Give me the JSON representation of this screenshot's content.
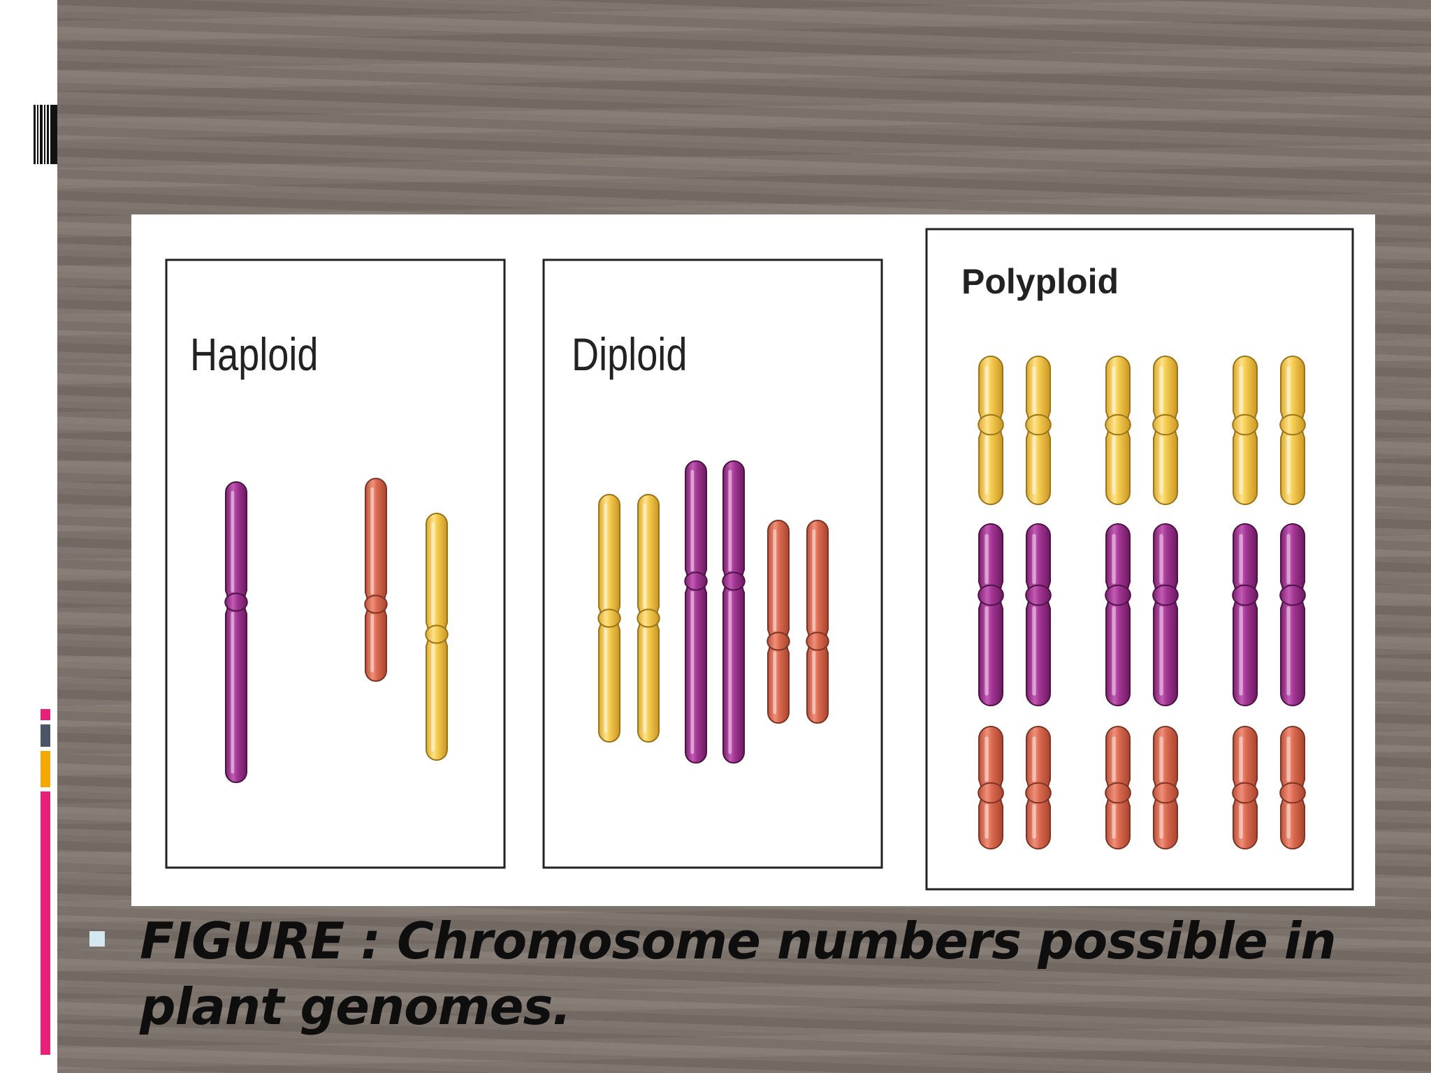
{
  "slide": {
    "caption": "FIGURE : Chromosome numbers possible in plant genomes.",
    "colors": {
      "background_wood": "#7d736b",
      "caption_bullet": "#d4e8f2",
      "accent_pink": "#e8207a",
      "accent_gray": "#4a5568",
      "accent_orange": "#f5a800"
    }
  },
  "figure": {
    "panels": [
      {
        "label": "Haploid"
      },
      {
        "label": "Diploid"
      },
      {
        "label": "Polyploid"
      }
    ],
    "chromosome_colors": {
      "purple": "#9e2d8f",
      "orange": "#d9694f",
      "yellow": "#f2c94c"
    }
  }
}
